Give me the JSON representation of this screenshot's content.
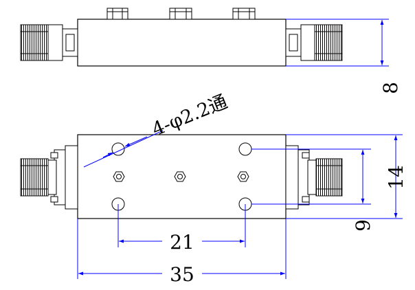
{
  "drawing": {
    "hole_callout": "4-φ2.2通",
    "dims": {
      "height_side": "8",
      "height_total": "14",
      "hole_spacing_v": "9",
      "hole_spacing_h": "21",
      "length_total": "35"
    }
  },
  "colors": {
    "outline": "#000000",
    "dimension": "#0000ff",
    "text": "#000000"
  }
}
